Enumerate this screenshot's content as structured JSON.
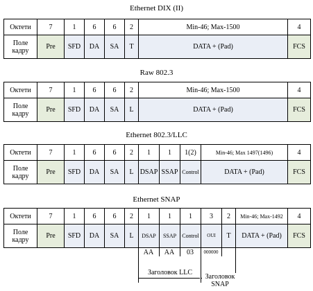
{
  "frames": [
    {
      "title": "Ethernet DIX (II)",
      "row1": [
        "Октети",
        "7",
        "1",
        "6",
        "6",
        "2",
        "Min-46; Max-1500",
        "4"
      ],
      "row2": [
        "Поле кадру",
        "Pre",
        "SFD",
        "DA",
        "SA",
        "T",
        "DATA + (Pad)",
        "FCS"
      ]
    },
    {
      "title": "Raw 802.3",
      "row1": [
        "Октети",
        "7",
        "1",
        "6",
        "6",
        "2",
        "Min-46; Max-1500",
        "4"
      ],
      "row2": [
        "Поле кадру",
        "Pre",
        "SFD",
        "DA",
        "SA",
        "L",
        "DATA + (Pad)",
        "FCS"
      ]
    },
    {
      "title": "Ethernet 802.3/LLC",
      "row1": [
        "Октети",
        "7",
        "1",
        "6",
        "6",
        "2",
        "1",
        "1",
        "1(2)",
        "Min-46; Max 1497(1496)",
        "4"
      ],
      "row2": [
        "Поле кадру",
        "Pre",
        "SFD",
        "DA",
        "SA",
        "L",
        "DSAP",
        "SSAP",
        "Control",
        "DATA + (Pad)",
        "FCS"
      ]
    },
    {
      "title": "Ethernet SNAP",
      "row1": [
        "Октети",
        "7",
        "1",
        "6",
        "6",
        "2",
        "1",
        "1",
        "1",
        "3",
        "2",
        "Min-46; Max-1492",
        "4"
      ],
      "row2": [
        "Поле кадру",
        "Pre",
        "SFD",
        "DA",
        "SA",
        "L",
        "DSAP",
        "SSAP",
        "Control",
        "OUI",
        "T",
        "DATA + (Pad)",
        "FCS"
      ]
    }
  ],
  "snap_values": {
    "dsap": "AA",
    "ssap": "AA",
    "control": "03",
    "oui": "000000"
  },
  "llc_header_label": "Заголовок LLC",
  "snap_header_label": "Заголовок SNAP"
}
